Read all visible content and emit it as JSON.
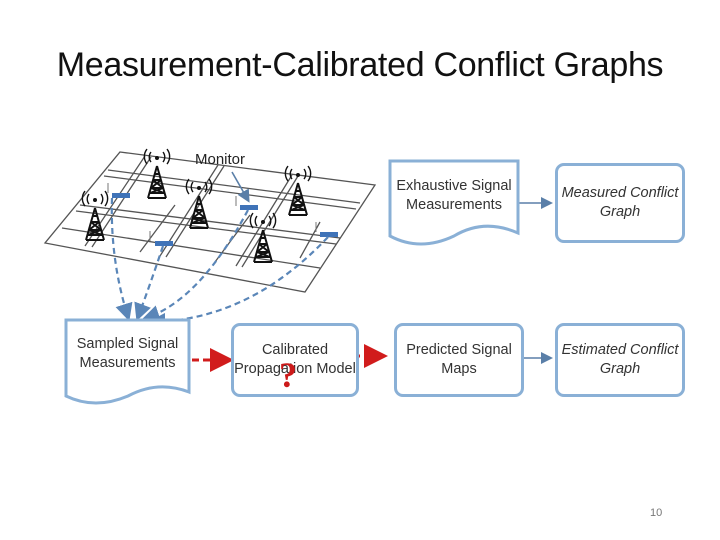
{
  "title": "Measurement-Calibrated Conflict Graphs",
  "monitor_label": "Monitor",
  "boxes": {
    "sampled": "Sampled Signal Measurements",
    "calibrated": "Calibrated Propagation Model",
    "exhaustive": "Exhaustive Signal Measurements",
    "measured_graph": "Measured Conflict Graph",
    "predicted": "Predicted Signal Maps",
    "estimated_graph": "Estimated Conflict Graph"
  },
  "question_mark": "?",
  "page_number": "10",
  "colors": {
    "box_border": "#8ab0d6",
    "arrow_blue": "#4a7fb5",
    "arrow_red": "#d11c1c",
    "monitor_fill": "#3f73b8",
    "floor_grid": "#555555"
  }
}
